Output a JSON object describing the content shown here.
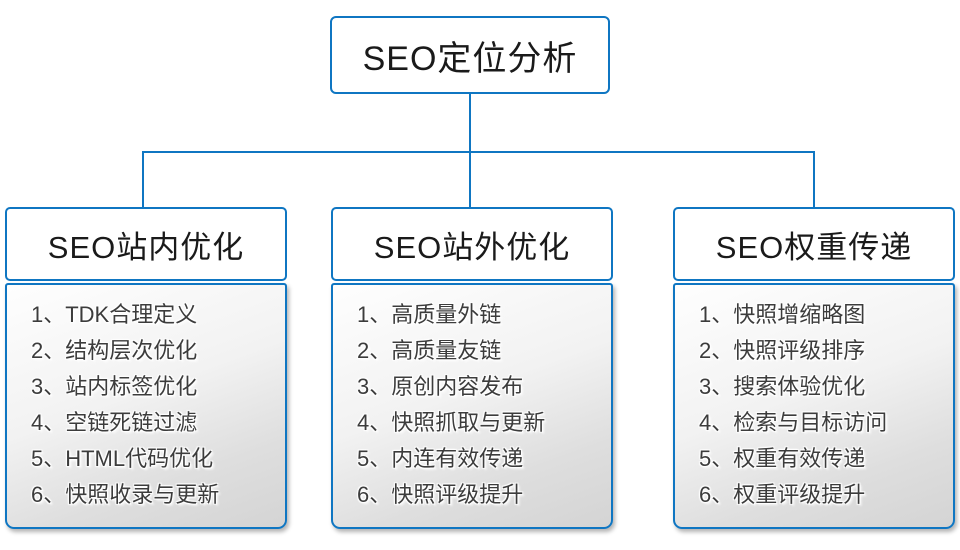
{
  "diagram": {
    "type": "hierarchy-flowchart",
    "accent_color": "#0F76C2",
    "list_text_color": "#3c3c3c",
    "header_text_color": "#1a1a1a"
  },
  "root": {
    "title": "SEO定位分析"
  },
  "columns": [
    {
      "title": "SEO站内优化",
      "items": [
        "1、TDK合理定义",
        "2、结构层次优化",
        "3、站内标签优化",
        "4、空链死链过滤",
        "5、HTML代码优化",
        "6、快照收录与更新"
      ]
    },
    {
      "title": "SEO站外优化",
      "items": [
        "1、高质量外链",
        "2、高质量友链",
        "3、原创内容发布",
        "4、快照抓取与更新",
        "5、内连有效传递",
        "6、快照评级提升"
      ]
    },
    {
      "title": "SEO权重传递",
      "items": [
        "1、快照增缩略图",
        "2、快照评级排序",
        "3、搜索体验优化",
        "4、检索与目标访问",
        "5、权重有效传递",
        "6、权重评级提升"
      ]
    }
  ]
}
